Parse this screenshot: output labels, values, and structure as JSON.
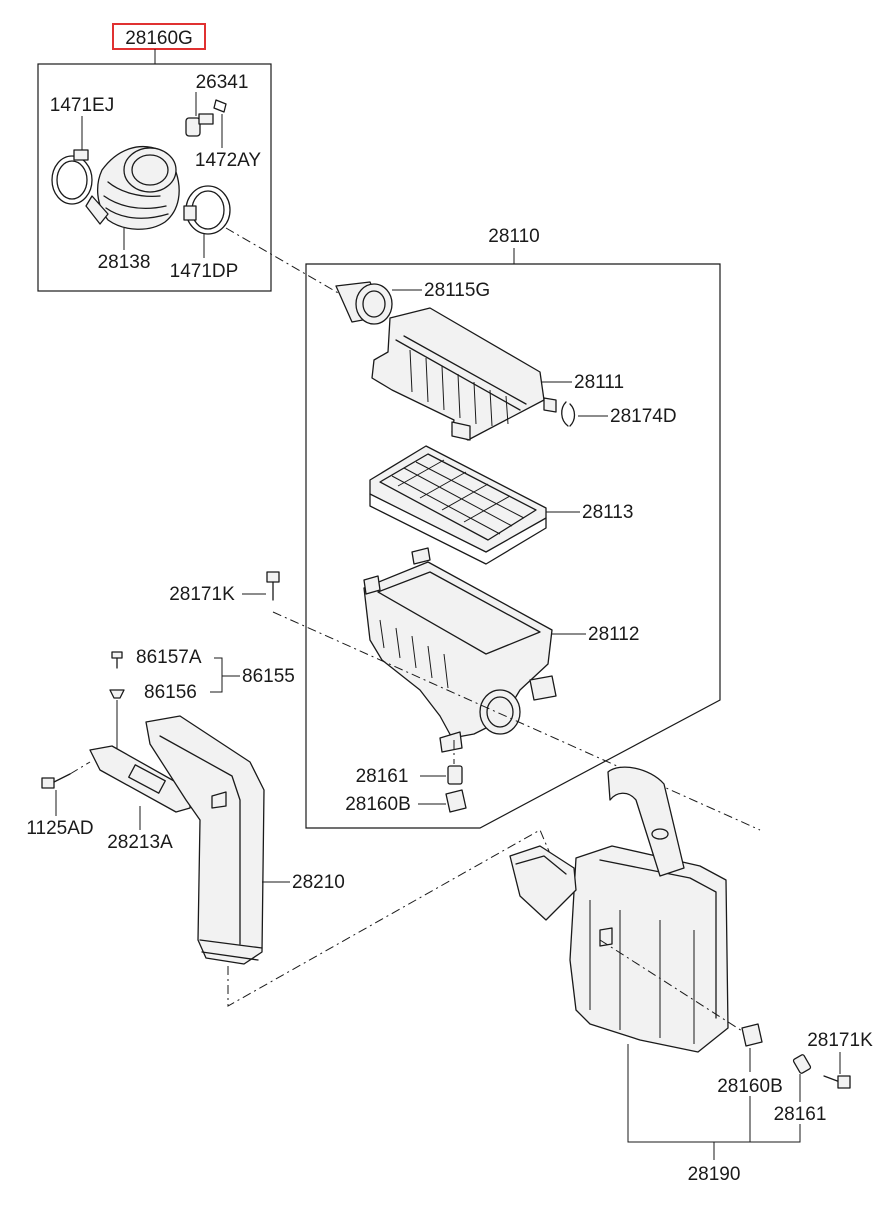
{
  "highlight_color": "#e03131",
  "labels": {
    "p28160G": "28160G",
    "p26341": "26341",
    "p1471EJ": "1471EJ",
    "p1472AY": "1472AY",
    "p28138": "28138",
    "p1471DP": "1471DP",
    "p28110": "28110",
    "p28115G": "28115G",
    "p28111": "28111",
    "p28174D": "28174D",
    "p28113": "28113",
    "p28171K_a": "28171K",
    "p28112": "28112",
    "p86157A": "86157A",
    "p86155": "86155",
    "p86156": "86156",
    "p28161_a": "28161",
    "p28160B_a": "28160B",
    "p1125AD": "1125AD",
    "p28213A": "28213A",
    "p28210": "28210",
    "p28171K_b": "28171K",
    "p28160B_b": "28160B",
    "p28161_b": "28161",
    "p28190": "28190"
  }
}
